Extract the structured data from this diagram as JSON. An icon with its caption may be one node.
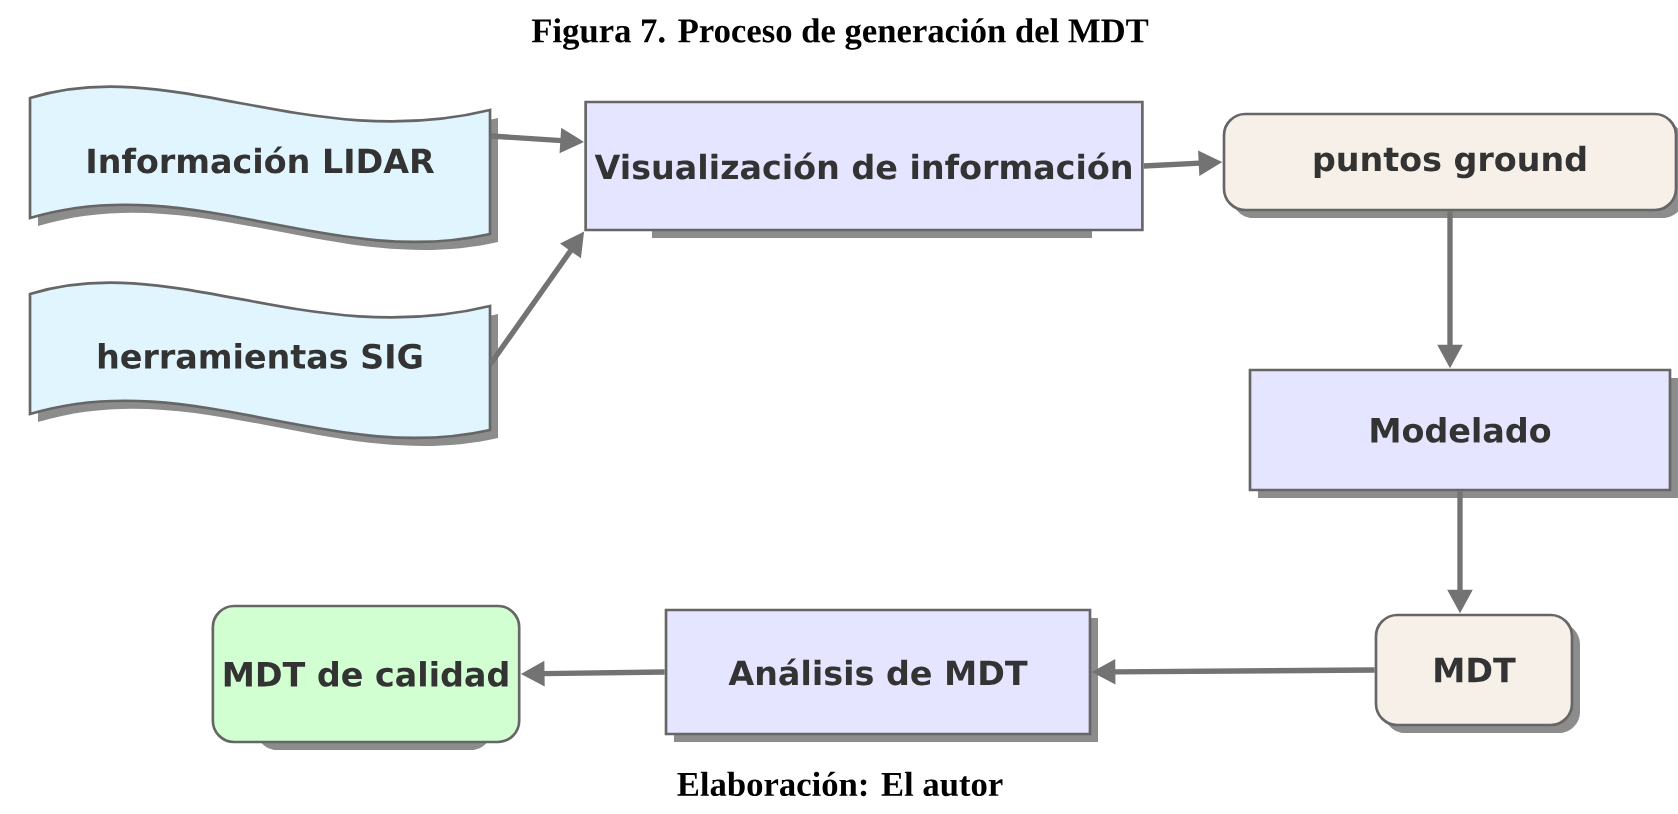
{
  "diagram": {
    "title": "Figura 7. Proceso de generación del MDT",
    "caption": "Elaboración: El autor",
    "nodes": [
      {
        "text": [
          "Información LIDAR"
        ]
      },
      {
        "text": [
          "herramientas SIG"
        ]
      },
      {
        "text": [
          "Visualización de información"
        ]
      },
      {
        "text": [
          "puntos ground"
        ]
      },
      {
        "text": [
          "Modelado"
        ]
      },
      {
        "text": [
          "MDT"
        ]
      },
      {
        "text": [
          "Análisis de MDT"
        ]
      },
      {
        "text": [
          "MDT de calidad"
        ]
      }
    ],
    "edges": [
      {
        "from": 0,
        "to": 2,
        "arrow": "to"
      },
      {
        "from": 1,
        "to": 2,
        "arrow": "to"
      },
      {
        "from": 2,
        "to": 3,
        "arrow": "to"
      },
      {
        "from": 3,
        "to": 4,
        "arrow": "to"
      },
      {
        "from": 4,
        "to": 5,
        "arrow": "to"
      },
      {
        "from": 5,
        "to": 6,
        "arrow": "to"
      },
      {
        "from": 6,
        "to": 7,
        "arrow": "to"
      }
    ]
  }
}
